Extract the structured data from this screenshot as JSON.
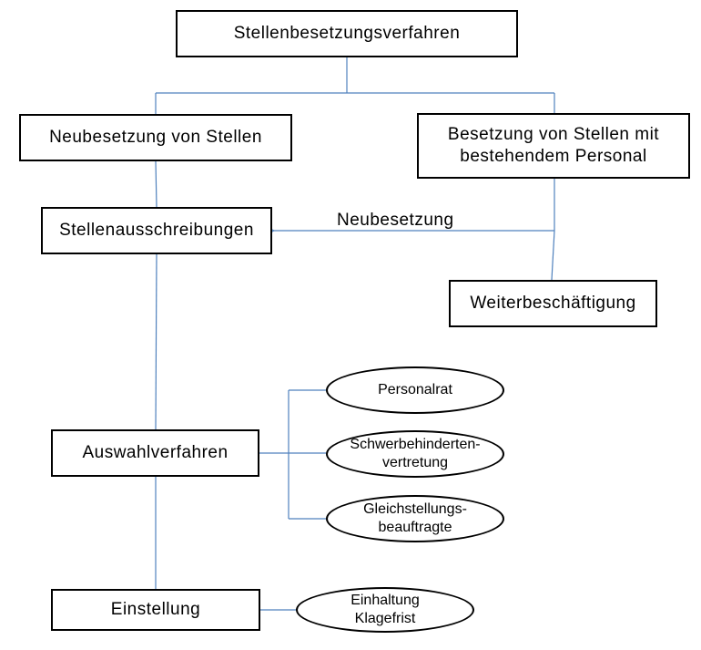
{
  "diagram": {
    "line_color": "#4f81bd",
    "nodes": {
      "root": "Stellenbesetzungsverfahren",
      "neubesetzung_von_stellen": "Neubesetzung von Stellen",
      "besetzung_bestehendem_personal": "Besetzung von Stellen mit\nbestehendem Personal",
      "stellenausschreibungen": "Stellenausschreibungen",
      "weiterbeschaeftigung": "Weiterbeschäftigung",
      "auswahlverfahren": "Auswahlverfahren",
      "einstellung": "Einstellung"
    },
    "ovals": {
      "personalrat": "Personalrat",
      "schwerbehindertenvertretung": "Schwerbehinderten-\nvertretung",
      "gleichstellungsbeauftragte": "Gleichstellungs-\nbeauftragte",
      "einhaltung_klagefrist": "Einhaltung\nKlagefrist"
    },
    "edge_labels": {
      "neubesetzung": "Neubesetzung"
    }
  }
}
